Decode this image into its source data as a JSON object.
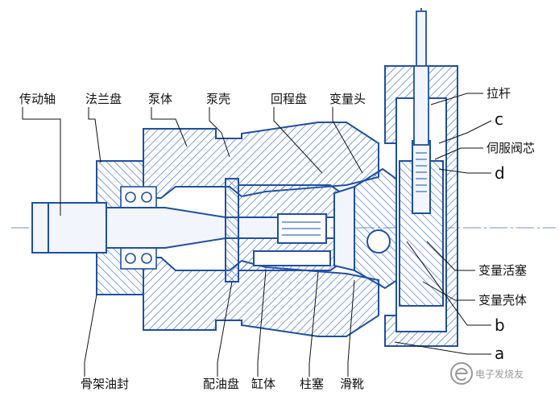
{
  "colors": {
    "line": "#1f4fa3",
    "hatch": "#3d6fc7",
    "fill": "#f2f6fc",
    "axis": "#6d90cf",
    "text": "#111111",
    "watermark": "#444444"
  },
  "labels": {
    "top": {
      "drive_shaft": "传动轴",
      "flange": "法兰盘",
      "pump_body": "泵体",
      "pump_shell": "泵壳",
      "return_plate": "回程盘",
      "variable_head": "变量头"
    },
    "right": {
      "pull_rod": "拉杆",
      "c": "c",
      "servo_spool": "伺服阀芯",
      "d": "d",
      "variable_piston": "变量活塞",
      "variable_housing": "变量壳体",
      "b": "b",
      "a": "a"
    },
    "bottom": {
      "oil_seal": "骨架油封",
      "port_plate": "配油盘",
      "cylinder": "缸体",
      "plunger": "柱塞",
      "slipper": "滑靴"
    }
  },
  "watermark": {
    "icon": "e-logo-icon",
    "text": "电子发烧友"
  }
}
